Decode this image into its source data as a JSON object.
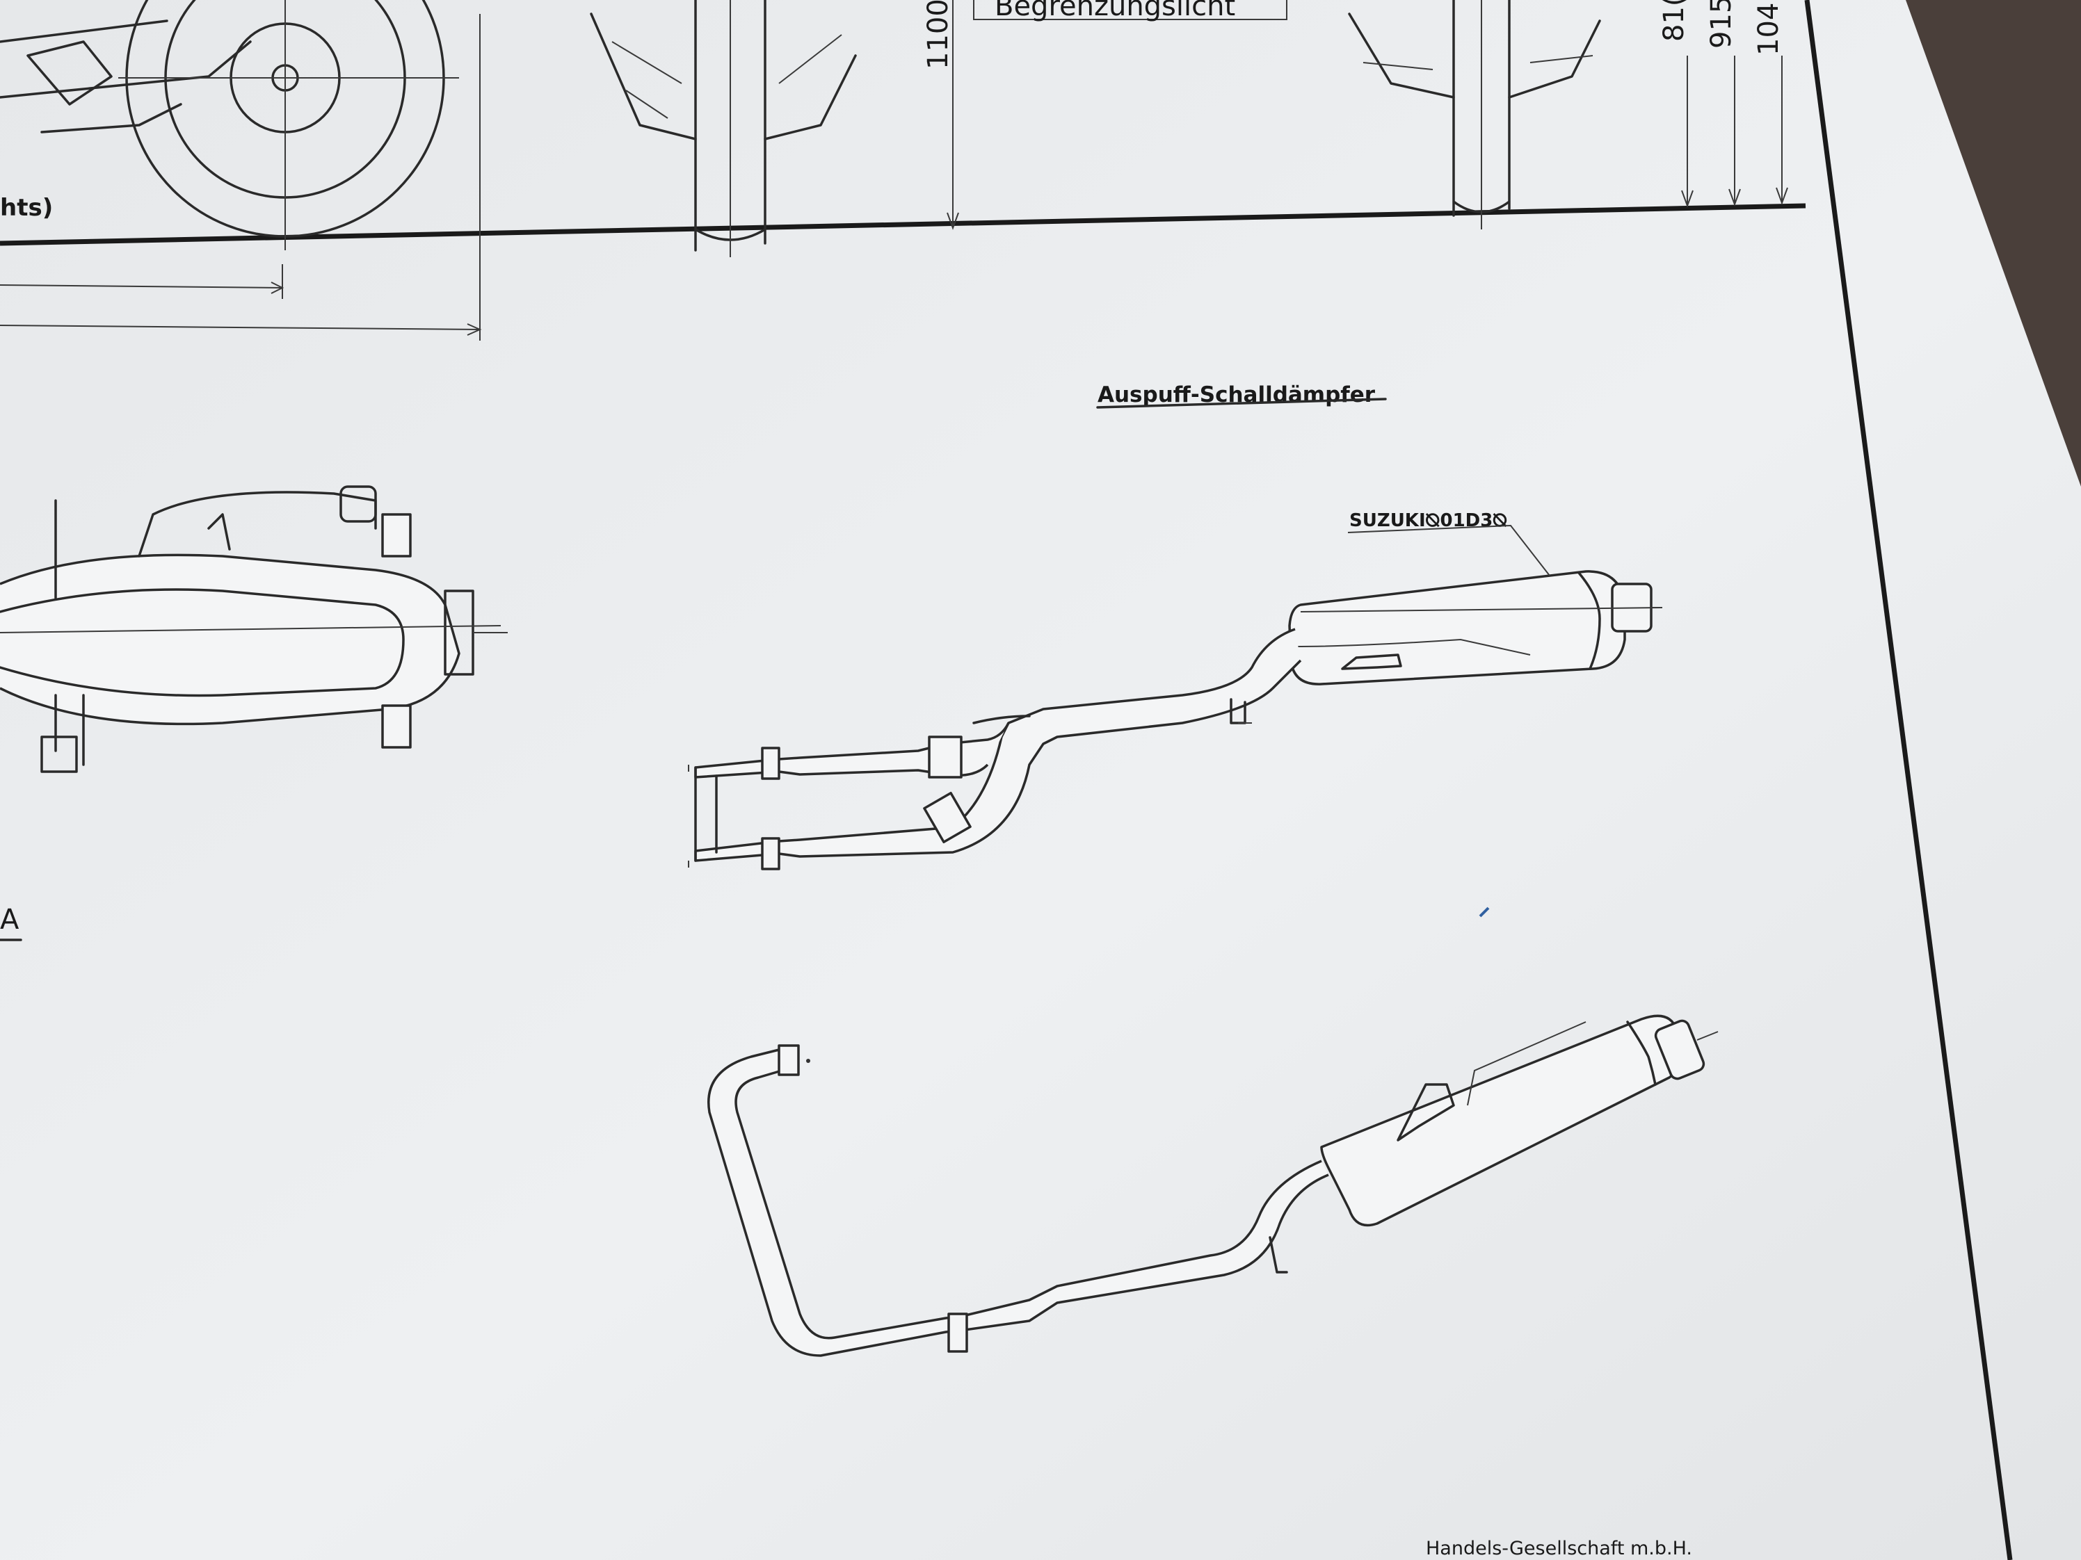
{
  "drawing": {
    "section_label_begrenzung": "Begrenzungslicht",
    "label_rechts_fragment": "hts)",
    "dim_1100": "1100",
    "dim_810": "81(",
    "dim_915": "915",
    "dim_104": "104",
    "section_title": "Auspuff-Schalldämpfer",
    "part_label": "SUZUKI⦰01D3⦰",
    "view_letter": "A",
    "footer_text": "Handels-Gesellschaft m.b.H."
  },
  "colors": {
    "paper": "#eceef0",
    "line": "#2a2a2a",
    "background": "#4a3f3a"
  }
}
